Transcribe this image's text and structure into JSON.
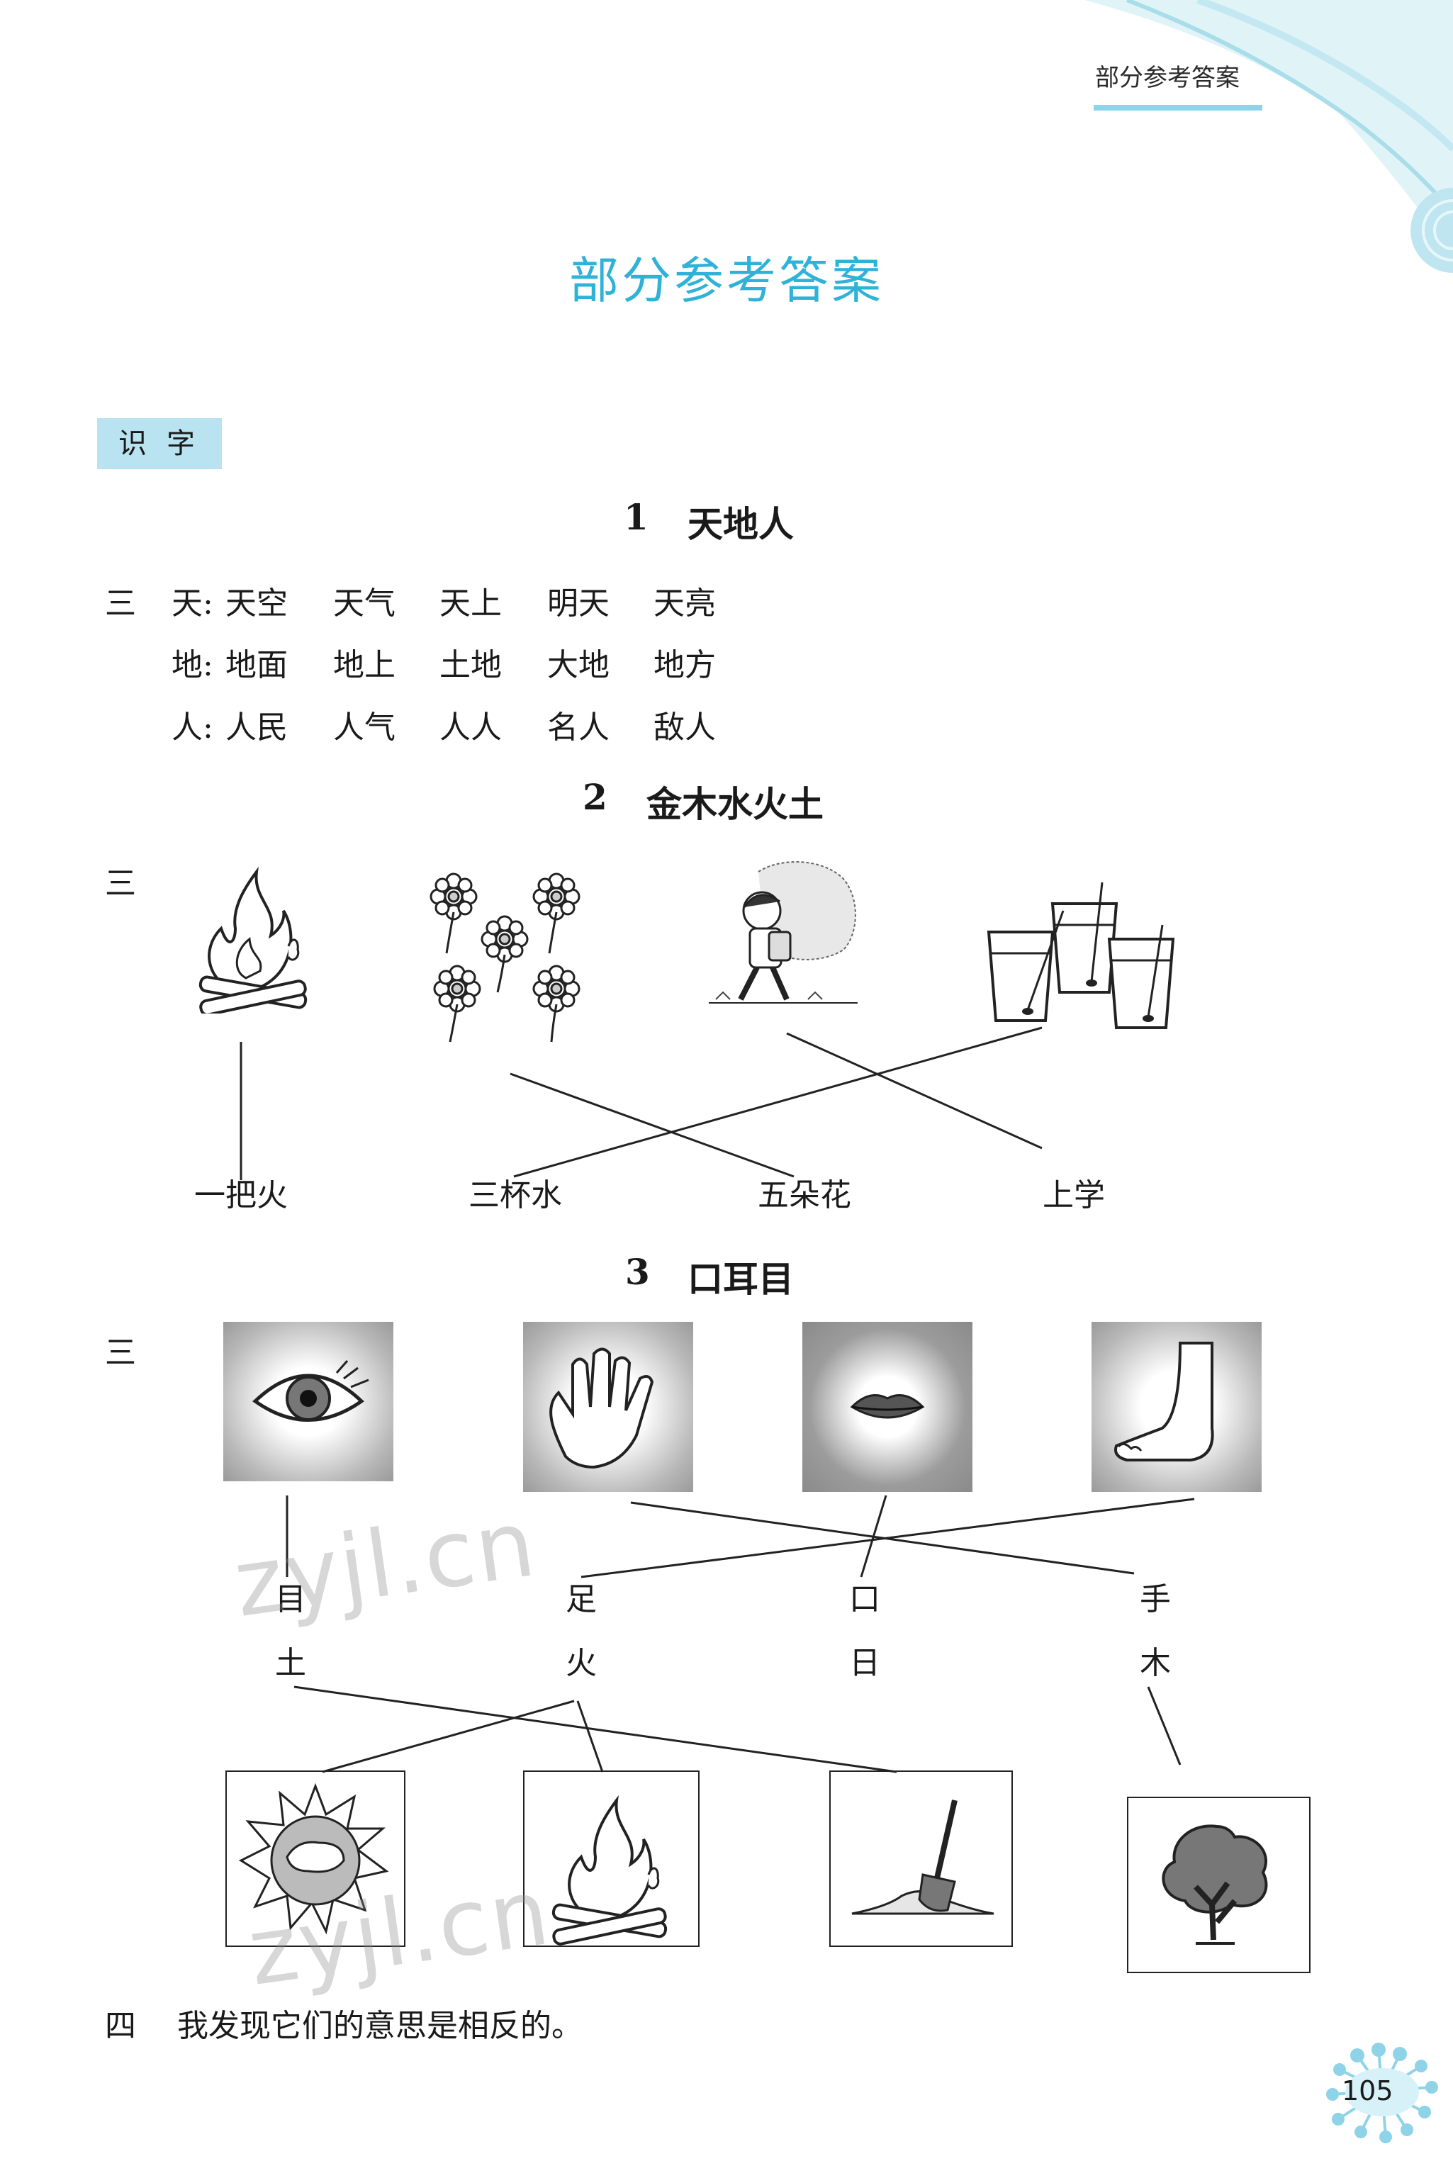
{
  "header": {
    "label": "部分参考答案"
  },
  "page_title": "部分参考答案",
  "section_tag": "识字",
  "lesson1": {
    "title_num": "1",
    "title": "天地人",
    "q_label": "三",
    "rows": [
      {
        "head": "天:",
        "words": [
          "天空",
          "天气",
          "天上",
          "明天",
          "天亮"
        ]
      },
      {
        "head": "地:",
        "words": [
          "地面",
          "地上",
          "土地",
          "大地",
          "地方"
        ]
      },
      {
        "head": "人:",
        "words": [
          "人民",
          "人气",
          "人人",
          "名人",
          "敌人"
        ]
      }
    ]
  },
  "lesson2": {
    "title_num": "2",
    "title": "金木水火土",
    "q_label": "三",
    "pictures": [
      "fire-picture",
      "flowers-picture",
      "boy-going-to-school-picture",
      "three-cups-of-water-picture"
    ],
    "labels": [
      "一把火",
      "三杯水",
      "五朵花",
      "上学"
    ]
  },
  "lesson3": {
    "title_num": "3",
    "title": "口耳目",
    "q_label": "三",
    "top_pictures": [
      "eye-picture",
      "hand-picture",
      "mouth-picture",
      "foot-picture"
    ],
    "row1_chars": [
      "目",
      "足",
      "口",
      "手"
    ],
    "row2_chars": [
      "土",
      "火",
      "日",
      "木"
    ],
    "bottom_pictures": [
      "sun-picture",
      "fire-picture",
      "soil-shovel-picture",
      "tree-picture"
    ]
  },
  "q4": {
    "label": "四",
    "text": "我发现它们的意思是相反的。"
  },
  "watermark": "zyjl.cn",
  "page_number": "105",
  "colors": {
    "title_blue": "#2fb2d8",
    "tag_bg": "#b9e3f0",
    "underline": "#8fd3e8"
  }
}
